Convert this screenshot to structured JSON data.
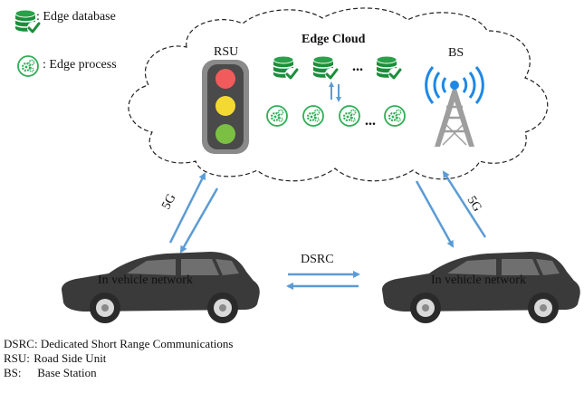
{
  "legend": {
    "database_label": ": Edge database",
    "process_label": ": Edge process"
  },
  "cloud": {
    "title": "Edge Cloud",
    "rsu_label": "RSU",
    "bs_label": "BS",
    "ellipsis": "..."
  },
  "links": {
    "left_5g": "5G",
    "right_5g": "5G",
    "dsrc": "DSRC"
  },
  "vehicles": {
    "left_label": "In vehicle network",
    "right_label": "In vehicle network"
  },
  "glossary": [
    {
      "key": "DSRC:",
      "value": "Dedicated Short Range Communications"
    },
    {
      "key": "RSU:",
      "value": "Road Side Unit"
    },
    {
      "key": "BS:",
      "value": "Base Station"
    }
  ],
  "colors": {
    "database_green": "#1a8f3a",
    "process_green": "#2fae55",
    "arrow_blue": "#5b9bd5",
    "car_dark": "#3a3a3a",
    "traffic_red": "#f25b5b",
    "traffic_yellow": "#f4d933",
    "traffic_green": "#7cc043",
    "bs_blue": "#1e88e5"
  },
  "icons": {
    "database": "database-check-icon",
    "process": "gears-circle-icon",
    "rsu": "traffic-light-icon",
    "bs": "cell-tower-icon",
    "car": "car-icon"
  }
}
